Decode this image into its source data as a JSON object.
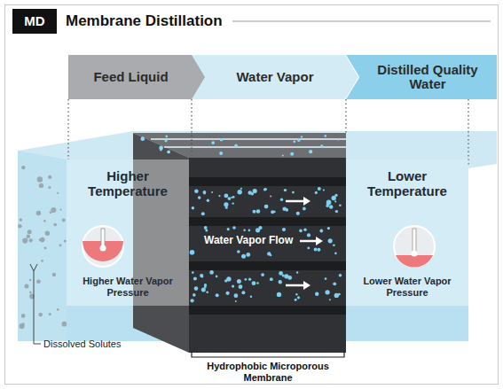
{
  "diagram": {
    "title": "Membrane Distillation",
    "nodes": [
      {
        "text": [
          "Feed Liquid"
        ]
      },
      {
        "text": [
          "Water Vapor"
        ]
      },
      {
        "text": [
          "Distilled Quality Water"
        ]
      },
      {
        "text": [
          "Higher Temperature",
          "Higher Water Vapor Pressure"
        ]
      },
      {
        "text": [
          "Lower Temperature",
          "Lower Water Vapor Pressure"
        ]
      }
    ],
    "labels": [
      "MD",
      "Water Vapor Flow",
      "Dissolved Solutes",
      "Hydrophobic Microporous Membrane"
    ]
  }
}
